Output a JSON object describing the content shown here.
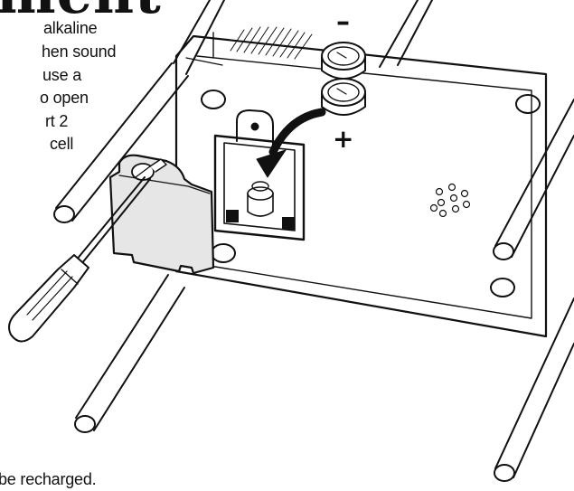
{
  "heading": {
    "partial": "ment"
  },
  "instructions": {
    "lines": [
      "alkaline",
      "hen sound",
      "use a",
      "o open",
      "rt 2",
      "cell"
    ],
    "footer": "be recharged."
  },
  "battery": {
    "minus_label": "–",
    "plus_label": "+"
  },
  "colors": {
    "ink": "#111111",
    "panel": "#e6e6e6",
    "background": "#ffffff"
  }
}
